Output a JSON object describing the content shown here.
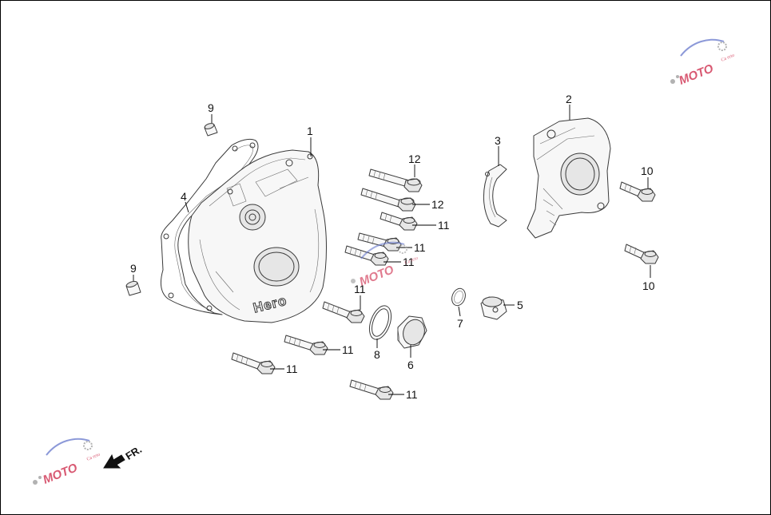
{
  "diagram": {
    "callouts": {
      "p1": "1",
      "p2": "2",
      "p3": "3",
      "p4": "4",
      "p5": "5",
      "p6": "6",
      "p7": "7",
      "p8": "8",
      "p9a": "9",
      "p9b": "9",
      "p10a": "10",
      "p10b": "10",
      "p11a": "11",
      "p11b": "11",
      "p11c": "11",
      "p11d": "11",
      "p11e": "11",
      "p11f": "11",
      "p11g": "11",
      "p12a": "12",
      "p12b": "12"
    },
    "cover_brand": "Hero",
    "direction_label": "FR."
  },
  "watermark": {
    "logo_letters": "MOTO",
    "logo_subtext": "Ca reto"
  },
  "colors": {
    "line": "#3a3a3a",
    "watermark_red": "#cc2244",
    "watermark_blue": "#6677cc",
    "watermark_gray": "#999999"
  }
}
